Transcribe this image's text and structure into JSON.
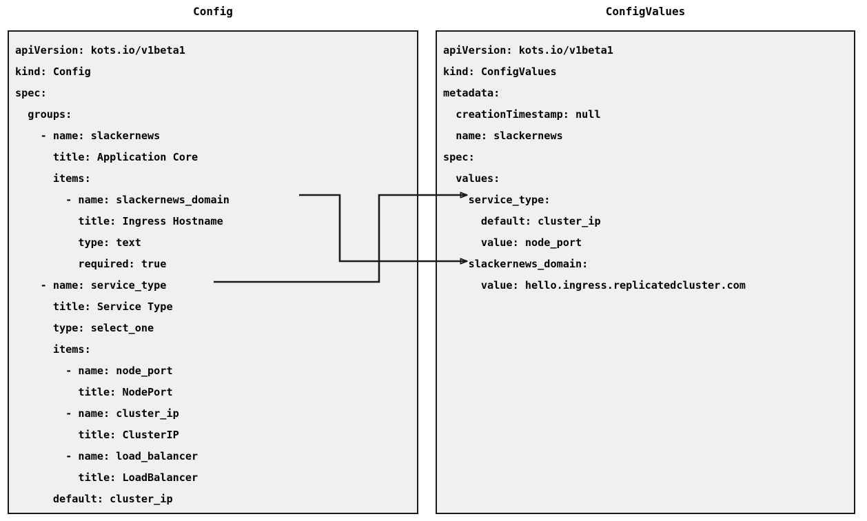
{
  "diagram": {
    "type": "yaml-mapping-diagram",
    "background_color": "#ffffff",
    "panel_background_color": "#f0f0f0",
    "panel_border_color": "#1a1a1a",
    "connector_color": "#1a1a1a"
  },
  "left_panel": {
    "title": "Config",
    "lines": [
      "apiVersion: kots.io/v1beta1",
      "kind: Config",
      "spec:",
      "  groups:",
      "    - name: slackernews",
      "      title: Application Core",
      "      items:",
      "        - name: slackernews_domain",
      "          title: Ingress Hostname",
      "          type: text",
      "          required: true",
      "    - name: service_type",
      "      title: Service Type",
      "      type: select_one",
      "      items:",
      "        - name: node_port",
      "          title: NodePort",
      "        - name: cluster_ip",
      "          title: ClusterIP",
      "        - name: load_balancer",
      "          title: LoadBalancer",
      "      default: cluster_ip"
    ]
  },
  "right_panel": {
    "title": "ConfigValues",
    "lines": [
      "apiVersion: kots.io/v1beta1",
      "kind: ConfigValues",
      "metadata:",
      "  creationTimestamp: null",
      "  name: slackernews",
      "spec:",
      "  values:",
      "    service_type:",
      "      default: cluster_ip",
      "      value: node_port",
      "    slackernews_domain:",
      "      value: hello.ingress.replicatedcluster.com"
    ]
  },
  "connectors": [
    {
      "name": "slackernews-domain-mapping",
      "from_label": "slackernews_domain",
      "to_label": "slackernews_domain:",
      "from_line_index": 7,
      "to_line_index": 10,
      "arrowhead": "open-triangle"
    },
    {
      "name": "service-type-mapping",
      "from_label": "service_type",
      "to_label": "service_type:",
      "from_line_index": 11,
      "to_line_index": 7,
      "arrowhead": "open-triangle"
    }
  ]
}
